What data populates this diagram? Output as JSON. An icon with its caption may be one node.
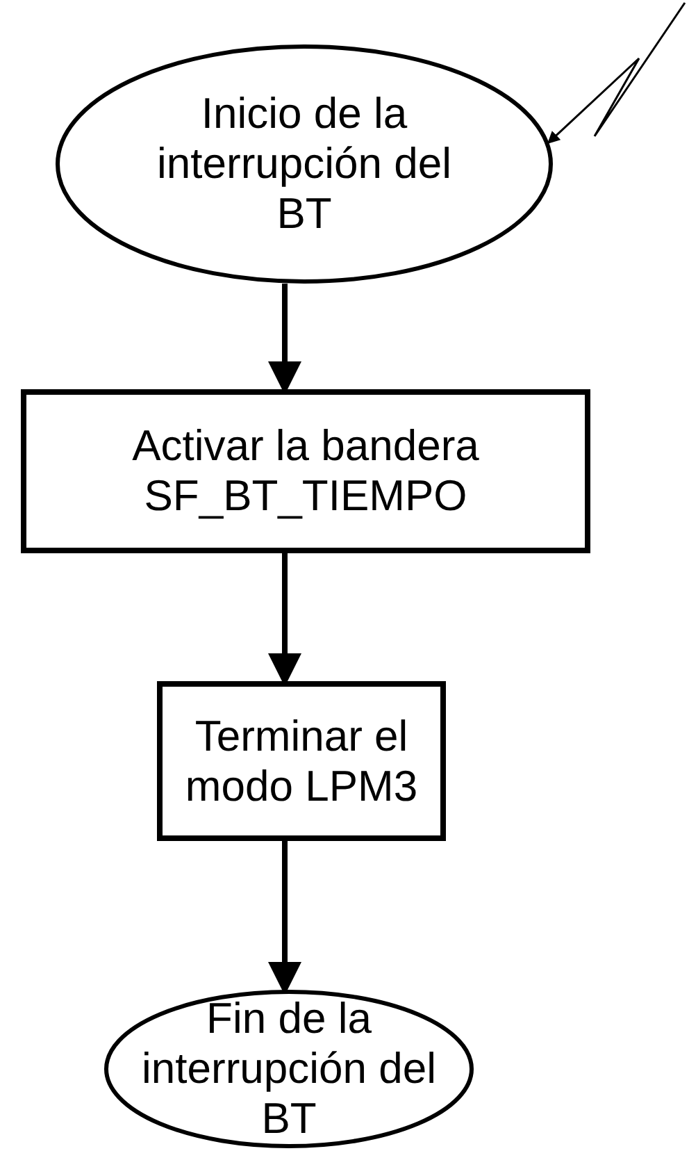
{
  "diagram": {
    "nodes": [
      {
        "text": [
          "Inicio de la interrupción del BT"
        ]
      },
      {
        "text": [
          "Activar la bandera SF_BT_TIEMPO"
        ]
      },
      {
        "text": [
          "Terminar el modo LPM3"
        ]
      },
      {
        "text": [
          "Fin de la interrupción del BT"
        ]
      }
    ],
    "edges": [
      {
        "from": null,
        "to": 0,
        "arrow": "to"
      },
      {
        "from": 0,
        "to": 1,
        "arrow": "to"
      },
      {
        "from": 1,
        "to": 2,
        "arrow": "to"
      },
      {
        "from": 2,
        "to": 3,
        "arrow": "to"
      }
    ]
  }
}
